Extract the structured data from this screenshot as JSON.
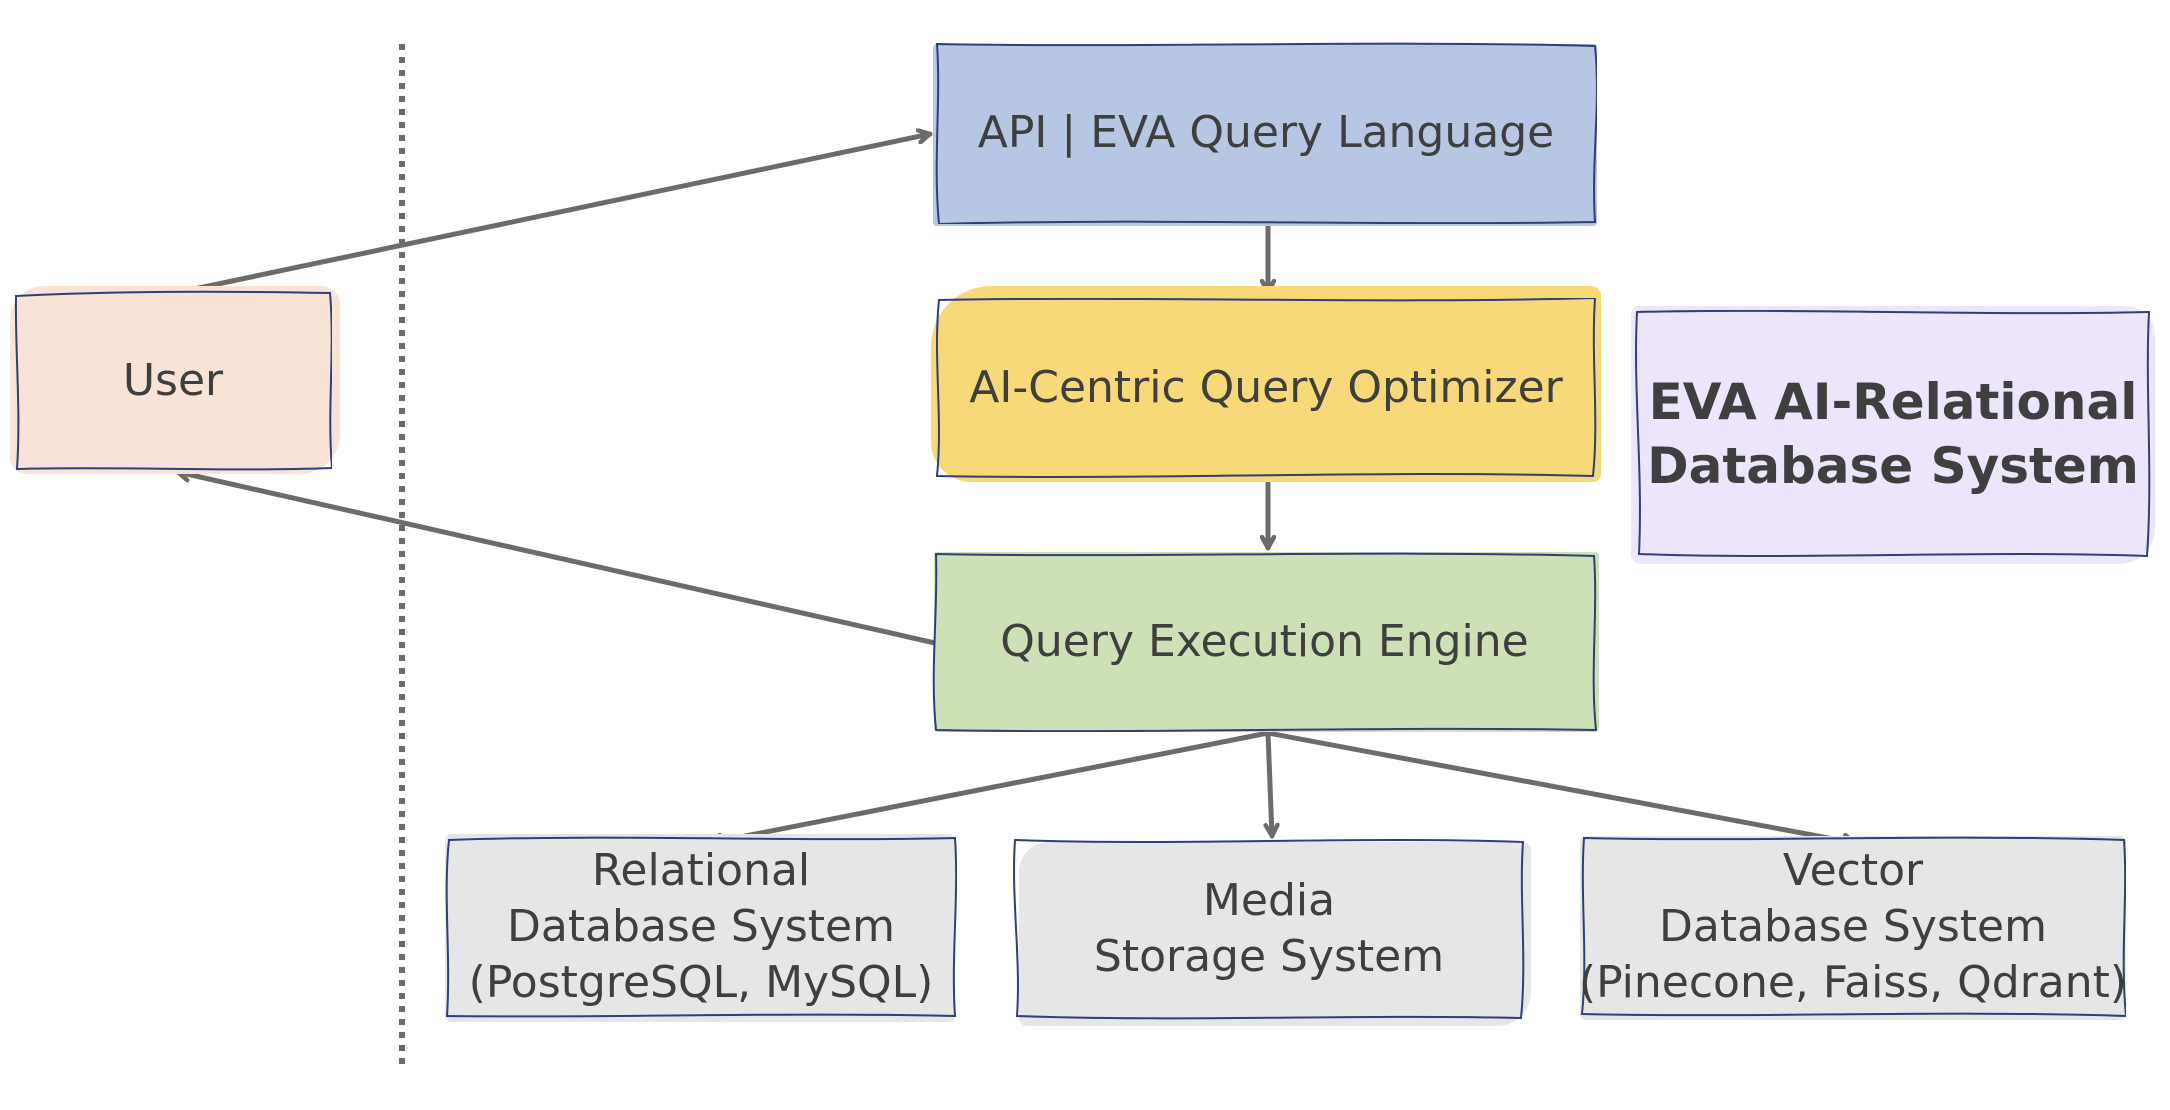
{
  "diagram": {
    "user": {
      "label": "User",
      "fill": "#f7e4d7"
    },
    "api": {
      "label": "API | EVA Query Language",
      "fill": "#b6c6e3"
    },
    "optimizer": {
      "label": "AI-Centric Query Optimizer",
      "fill": "#f7d97a"
    },
    "engine": {
      "label": "Query Execution Engine",
      "fill": "#cde0b6"
    },
    "title_box": {
      "lines": [
        "EVA AI-Relational",
        "Database System"
      ],
      "fill": "#ece5fb"
    },
    "storage": [
      {
        "lines": [
          "Relational",
          "Database System",
          "(PostgreSQL, MySQL)"
        ],
        "fill": "#e6e6e6"
      },
      {
        "lines": [
          "Media",
          "Storage System"
        ],
        "fill": "#e6e6e6"
      },
      {
        "lines": [
          "Vector",
          "Database System",
          "(Pinecone, Faiss, Qdrant)"
        ],
        "fill": "#e6e6e6"
      }
    ],
    "colors": {
      "arrow": "#6d6a6a",
      "border": "#2e3f7a",
      "divider": "#6d6a6a",
      "text": "#3f3f3f"
    }
  }
}
